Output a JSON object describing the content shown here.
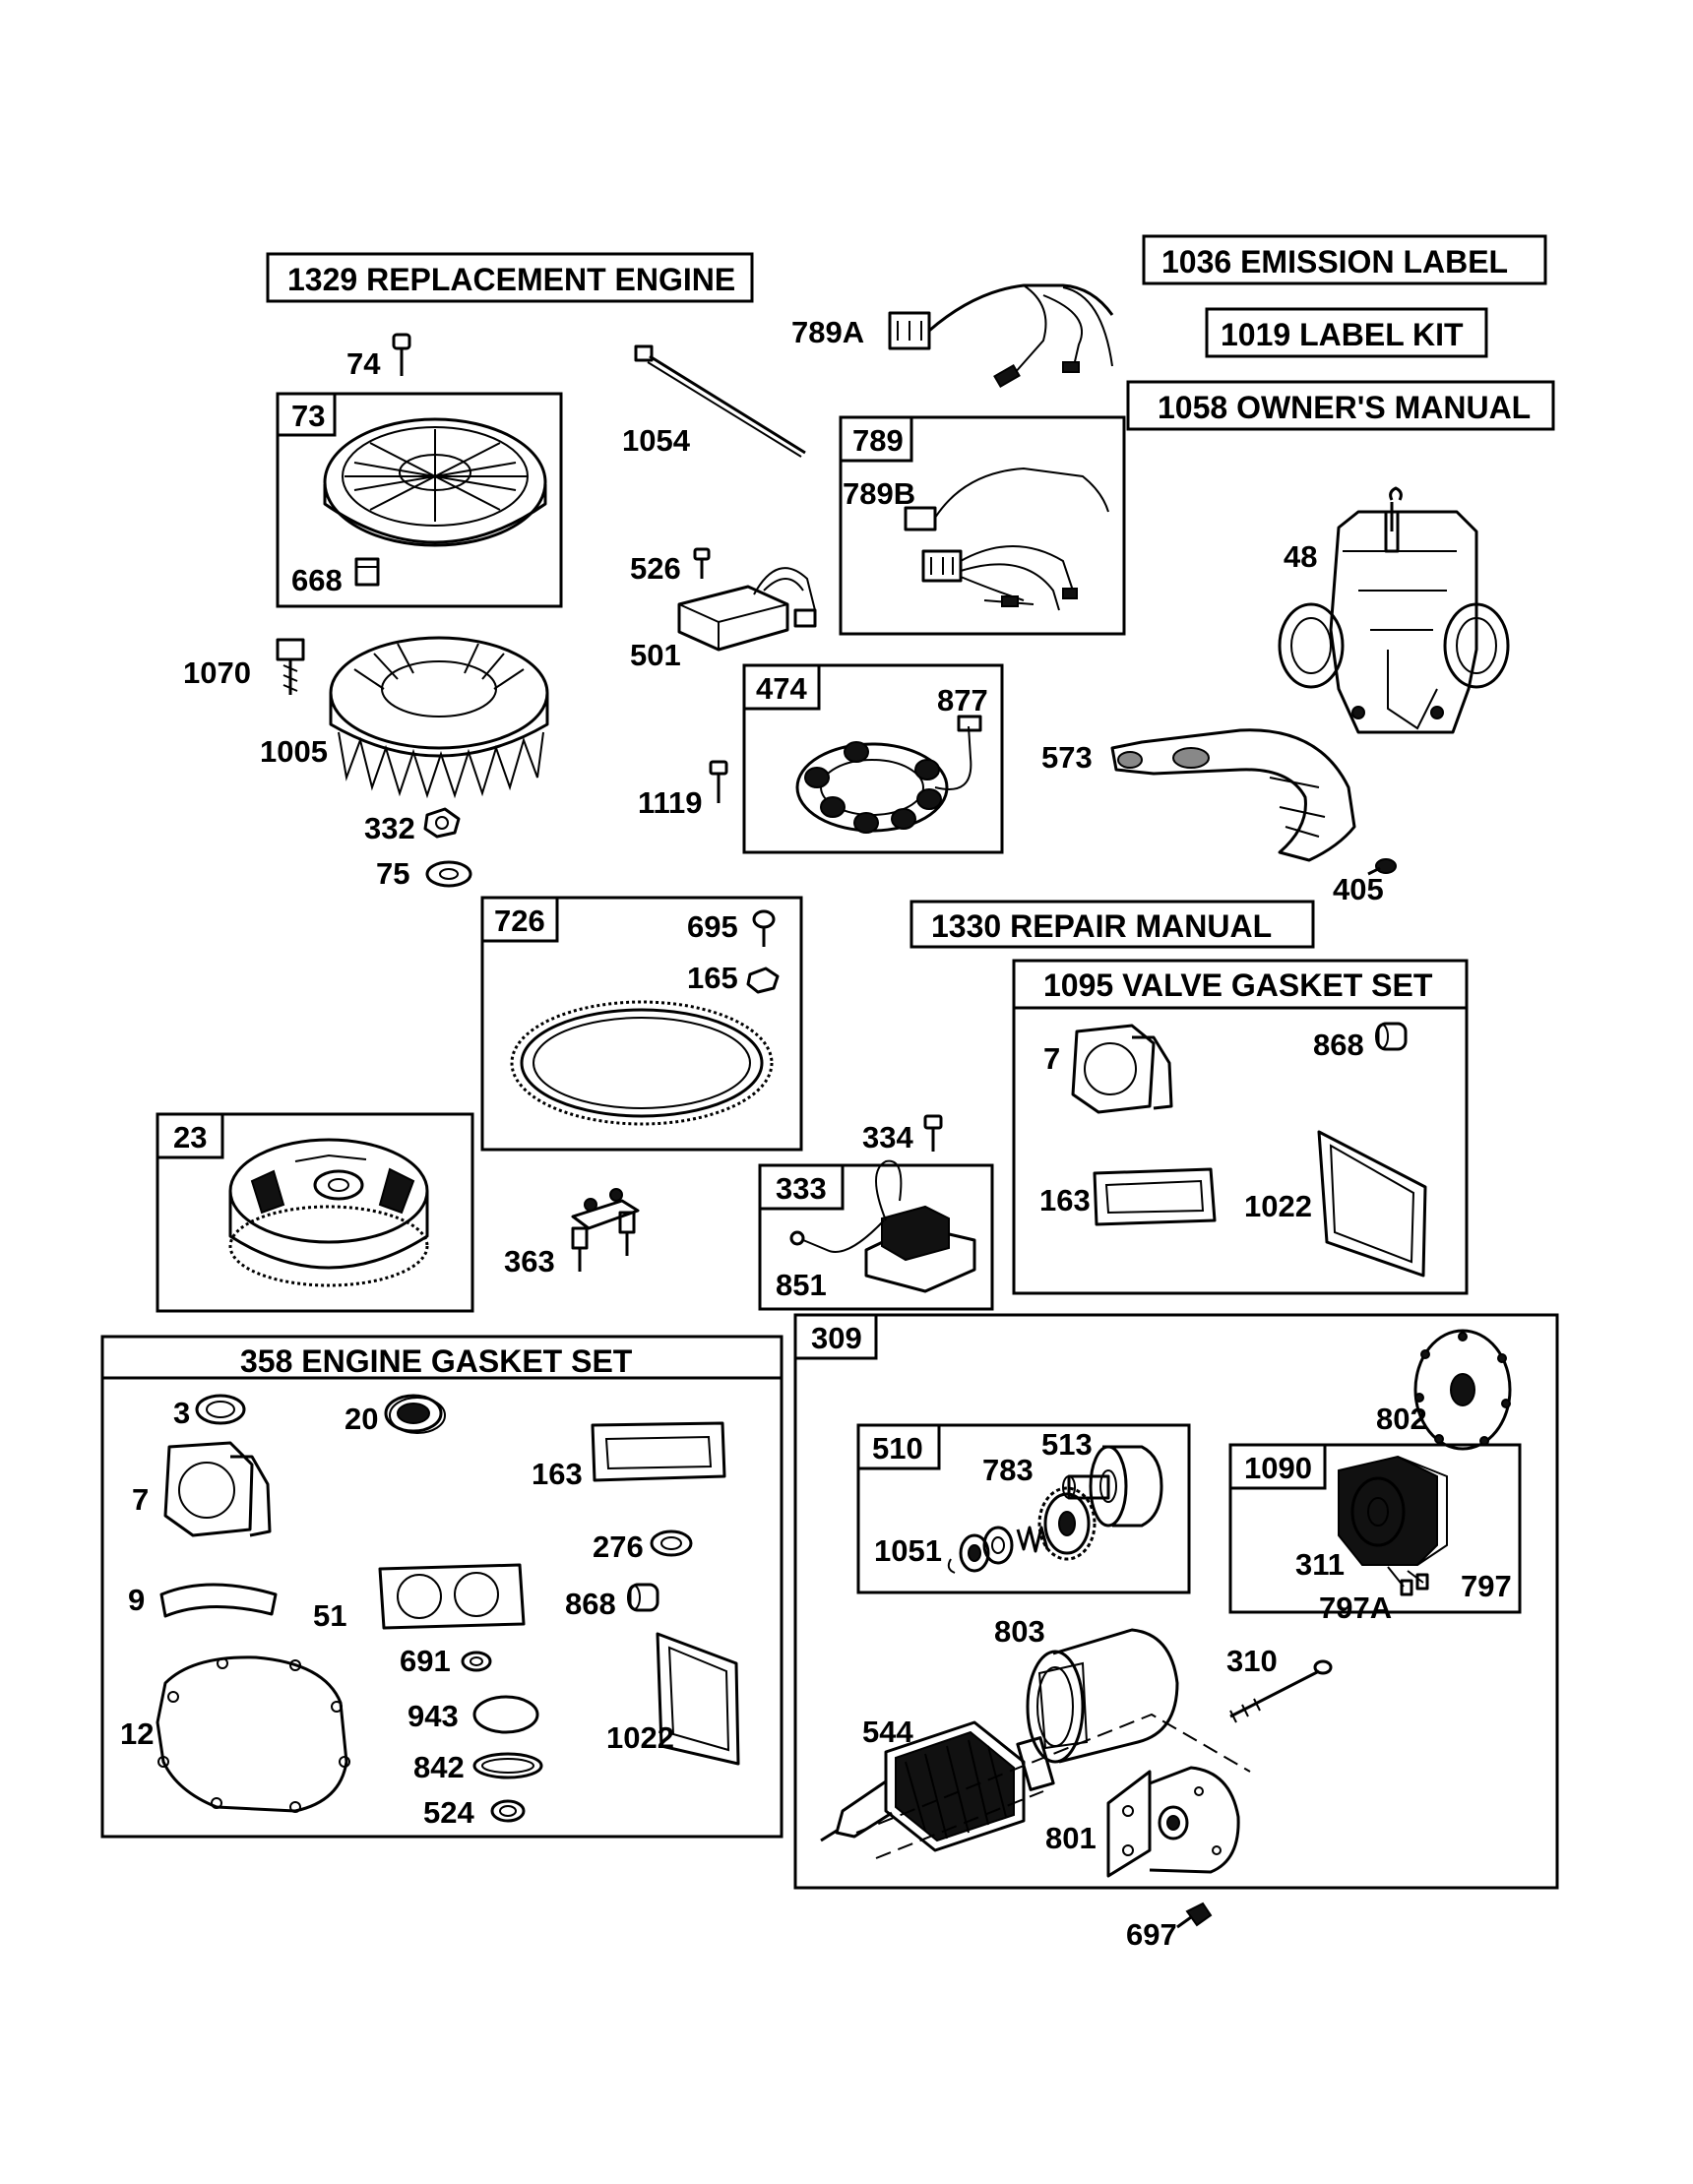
{
  "titles": {
    "replacement_engine": "1329 REPLACEMENT ENGINE",
    "emission_label": "1036 EMISSION LABEL",
    "label_kit": "1019 LABEL KIT",
    "owners_manual": "1058 OWNER'S MANUAL",
    "repair_manual": "1330 REPAIR MANUAL",
    "valve_gasket_set": "1095 VALVE GASKET SET",
    "engine_gasket_set": "358 ENGINE GASKET SET"
  },
  "groups": {
    "g73": "73",
    "g789": "789",
    "g474": "474",
    "g726": "726",
    "g23": "23",
    "g333": "333",
    "g309": "309",
    "g510": "510",
    "g1090": "1090"
  },
  "parts": {
    "p74": "74",
    "p668": "668",
    "p1070": "1070",
    "p1005": "1005",
    "p332": "332",
    "p75": "75",
    "p1054": "1054",
    "p789A": "789A",
    "p789B": "789B",
    "p526": "526",
    "p501": "501",
    "p877": "877",
    "p1119": "1119",
    "p48": "48",
    "p573": "573",
    "p405": "405",
    "p695": "695",
    "p165": "165",
    "p334": "334",
    "p851": "851",
    "p363": "363",
    "v7": "7",
    "v868": "868",
    "v163": "163",
    "v1022": "1022",
    "e3": "3",
    "e20": "20",
    "e163": "163",
    "e7": "7",
    "e276": "276",
    "e9": "9",
    "e51": "51",
    "e868": "868",
    "e691": "691",
    "e12": "12",
    "e943": "943",
    "e1022": "1022",
    "e842": "842",
    "e524": "524",
    "s802": "802",
    "s513": "513",
    "s783": "783",
    "s1051": "1051",
    "s311": "311",
    "s797": "797",
    "s797A": "797A",
    "s803": "803",
    "s310": "310",
    "s544": "544",
    "s801": "801",
    "s697": "697"
  }
}
